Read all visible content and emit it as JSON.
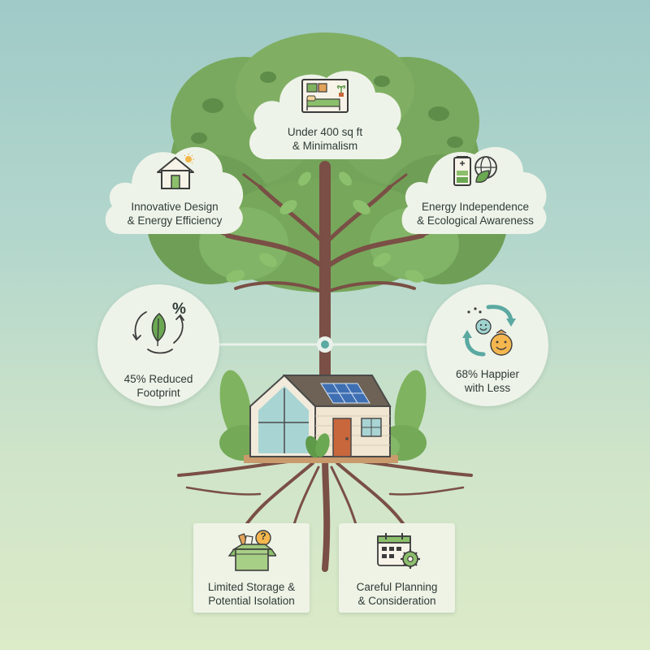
{
  "nodes": {
    "top": {
      "line1": "Under 400 sq ft",
      "line2": "& Minimalism",
      "icon": "bedroom-icon"
    },
    "left": {
      "line1": "Innovative Design",
      "line2": "& Energy Efficiency",
      "icon": "sun-house-icon"
    },
    "right": {
      "line1": "Energy Independence",
      "line2": "& Ecological Awareness",
      "icon": "battery-globe-icon"
    },
    "footprint": {
      "line1": "45% Reduced",
      "line2": "Footprint",
      "icon": "recycle-leaf-icon",
      "percent_symbol": "%"
    },
    "happier": {
      "line1": "68% Happier",
      "line2": "with Less",
      "icon": "happy-faces-icon"
    },
    "storage": {
      "line1": "Limited Storage &",
      "line2": "Potential Isolation",
      "icon": "storage-box-icon",
      "question_mark": "?"
    },
    "planning": {
      "line1": "Careful Planning",
      "line2": "& Consideration",
      "icon": "calendar-gear-icon"
    }
  },
  "colors": {
    "foliage_dark": "#6a9a55",
    "foliage_light": "#93be73",
    "trunk": "#7a4f45",
    "card": "#eef3e9",
    "accent_teal": "#5aa9a2"
  }
}
